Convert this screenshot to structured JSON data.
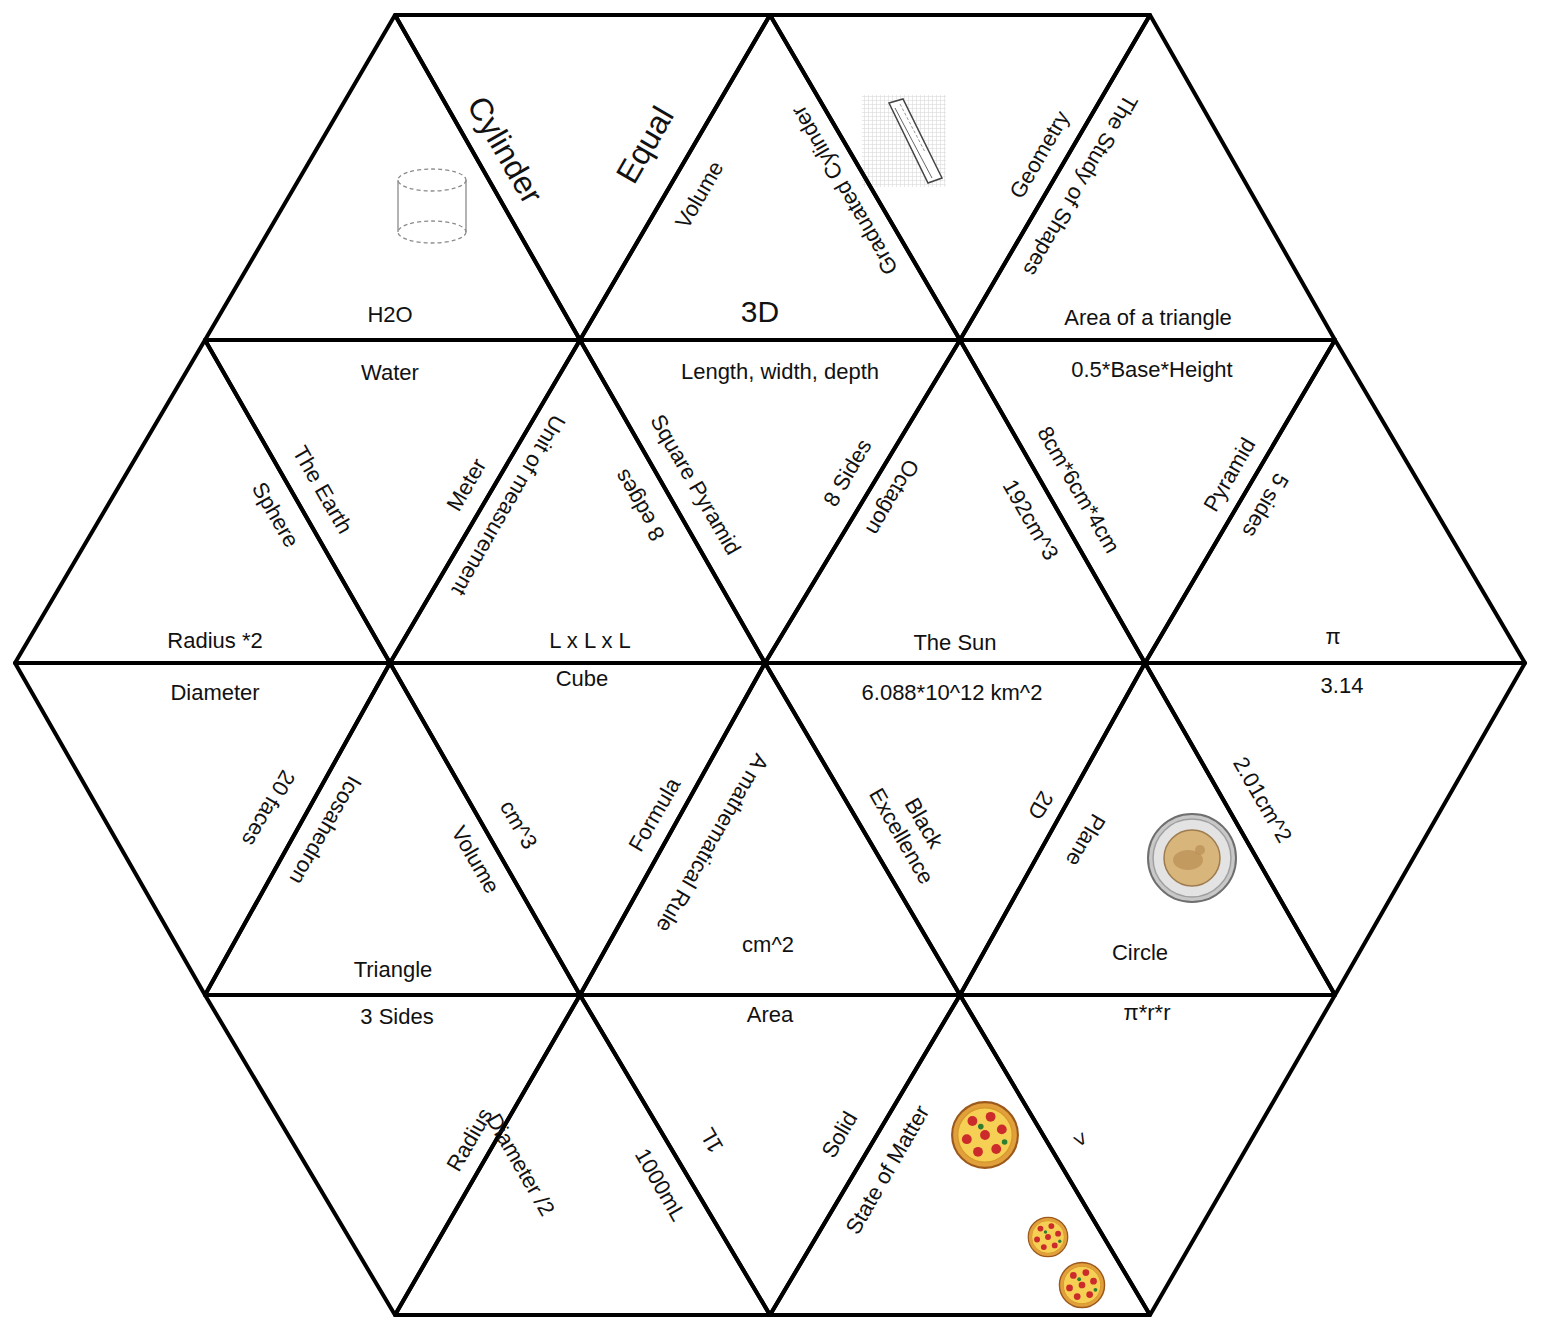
{
  "diagram": {
    "nodes": [
      {
        "text": [
          "H2O"
        ]
      },
      {
        "text": [
          "Cylinder",
          "Equal"
        ]
      },
      {
        "text": [
          "Volume",
          "3D",
          "Graduated Cylinder"
        ]
      },
      {
        "text": [
          "Geometry"
        ]
      },
      {
        "text": [
          "The Study of Shapes",
          "Area of a triangle"
        ]
      },
      {
        "text": [
          "Sphere",
          "Radius *2"
        ]
      },
      {
        "text": [
          "Water",
          "The Earth",
          "Meter"
        ]
      },
      {
        "text": [
          "Unit of measurement",
          "8 edges",
          "L x L x L"
        ]
      },
      {
        "text": [
          "Length, width, depth",
          "Square Pyramid",
          "8 Sides"
        ]
      },
      {
        "text": [
          "Octagon",
          "192cm^3",
          "The Sun"
        ]
      },
      {
        "text": [
          "0.5*Base*Height",
          "8cm*6cm*4cm",
          "Pyramid"
        ]
      },
      {
        "text": [
          "5 sides",
          "π"
        ]
      },
      {
        "text": [
          "Diameter",
          "20 faces"
        ]
      },
      {
        "text": [
          "Icosahedron",
          "Volume",
          "Triangle"
        ]
      },
      {
        "text": [
          "Cube",
          "cm^3",
          "Formula"
        ]
      },
      {
        "text": [
          "A mathematical Rule",
          "cm^2"
        ]
      },
      {
        "text": [
          "6.088*10^12 km^2",
          "Black Excellence",
          "2D"
        ]
      },
      {
        "text": [
          "Plane",
          "Circle"
        ]
      },
      {
        "text": [
          "3.14",
          "2.01cm^2"
        ]
      },
      {
        "text": [
          "3 Sides",
          "Radius"
        ]
      },
      {
        "text": [
          "Diameter /2",
          "1000mL"
        ]
      },
      {
        "text": [
          "Area",
          "1L",
          "Solid"
        ]
      },
      {
        "text": [
          "State of Matter"
        ]
      },
      {
        "text": [
          "π*r*r",
          ">"
        ]
      }
    ]
  }
}
